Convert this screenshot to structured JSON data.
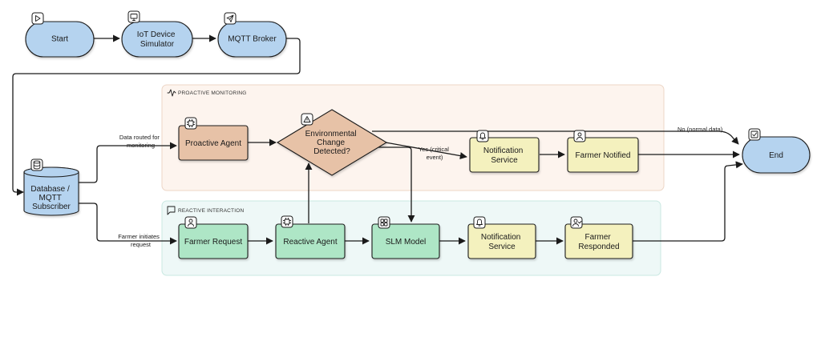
{
  "colors": {
    "terminal": "#b5d3ef",
    "agent_proactive": "#e7c2a7",
    "agent_reactive": "#aee6c6",
    "notification": "#f4f1be",
    "proactive_group_bg": "#fdf4ee",
    "proactive_group_border": "#edd6c6",
    "reactive_group_bg": "#eef8f7",
    "reactive_group_border": "#c9e8e2"
  },
  "groups": {
    "proactive": {
      "label": "PROACTIVE MONITORING",
      "icon": "activity-icon"
    },
    "reactive": {
      "label": "REACTIVE INTERACTION",
      "icon": "message-icon"
    }
  },
  "nodes": {
    "start": {
      "label": [
        "Start"
      ],
      "icon": "play-icon"
    },
    "iot": {
      "label": [
        "IoT Device",
        "Simulator"
      ],
      "icon": "monitor-icon"
    },
    "mqtt": {
      "label": [
        "MQTT Broker"
      ],
      "icon": "send-icon"
    },
    "database": {
      "label": [
        "Database /",
        "MQTT",
        "Subscriber"
      ],
      "icon": "database-icon"
    },
    "proactive_agent": {
      "label": [
        "Proactive Agent"
      ],
      "icon": "chip-icon"
    },
    "env_change": {
      "label": [
        "Environmental",
        "Change",
        "Detected?"
      ],
      "icon": "warning-icon"
    },
    "notif_proactive": {
      "label": [
        "Notification",
        "Service"
      ],
      "icon": "bell-icon"
    },
    "farmer_notified": {
      "label": [
        "Farmer Notified"
      ],
      "icon": "user-icon"
    },
    "end": {
      "label": [
        "End"
      ],
      "icon": "check-square-icon"
    },
    "farmer_request": {
      "label": [
        "Farmer Request"
      ],
      "icon": "user-icon"
    },
    "reactive_agent": {
      "label": [
        "Reactive Agent"
      ],
      "icon": "chip-icon"
    },
    "slm_model": {
      "label": [
        "SLM Model"
      ],
      "icon": "grid-icon"
    },
    "notif_reactive": {
      "label": [
        "Notification",
        "Service"
      ],
      "icon": "bell-icon"
    },
    "farmer_responded": {
      "label": [
        "Farmer",
        "Responded"
      ],
      "icon": "user-check-icon"
    }
  },
  "edge_labels": {
    "routed": [
      "Data routed for",
      "monitoring"
    ],
    "initiates": [
      "Farmer initiates",
      "request"
    ],
    "yes": [
      "Yes (critical",
      "event)"
    ],
    "no": [
      "No (normal data)"
    ]
  }
}
